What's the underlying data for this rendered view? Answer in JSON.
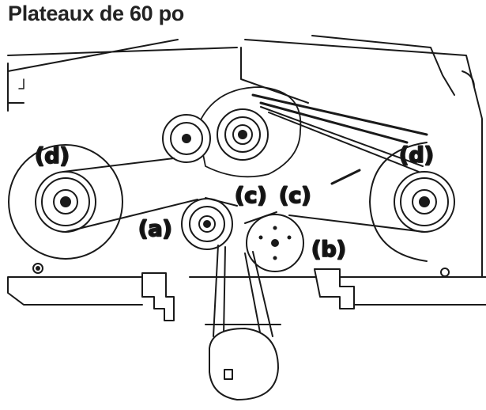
{
  "title": "Plateaux de 60 po",
  "labels": {
    "a": "(a)",
    "b": "(b)",
    "c_left": "(c)",
    "c_right": "(c)",
    "d_left": "(d)",
    "d_right": "(d)"
  },
  "colors": {
    "line": "#1a1a1a",
    "fill": "#ffffff",
    "text": "#111111"
  }
}
